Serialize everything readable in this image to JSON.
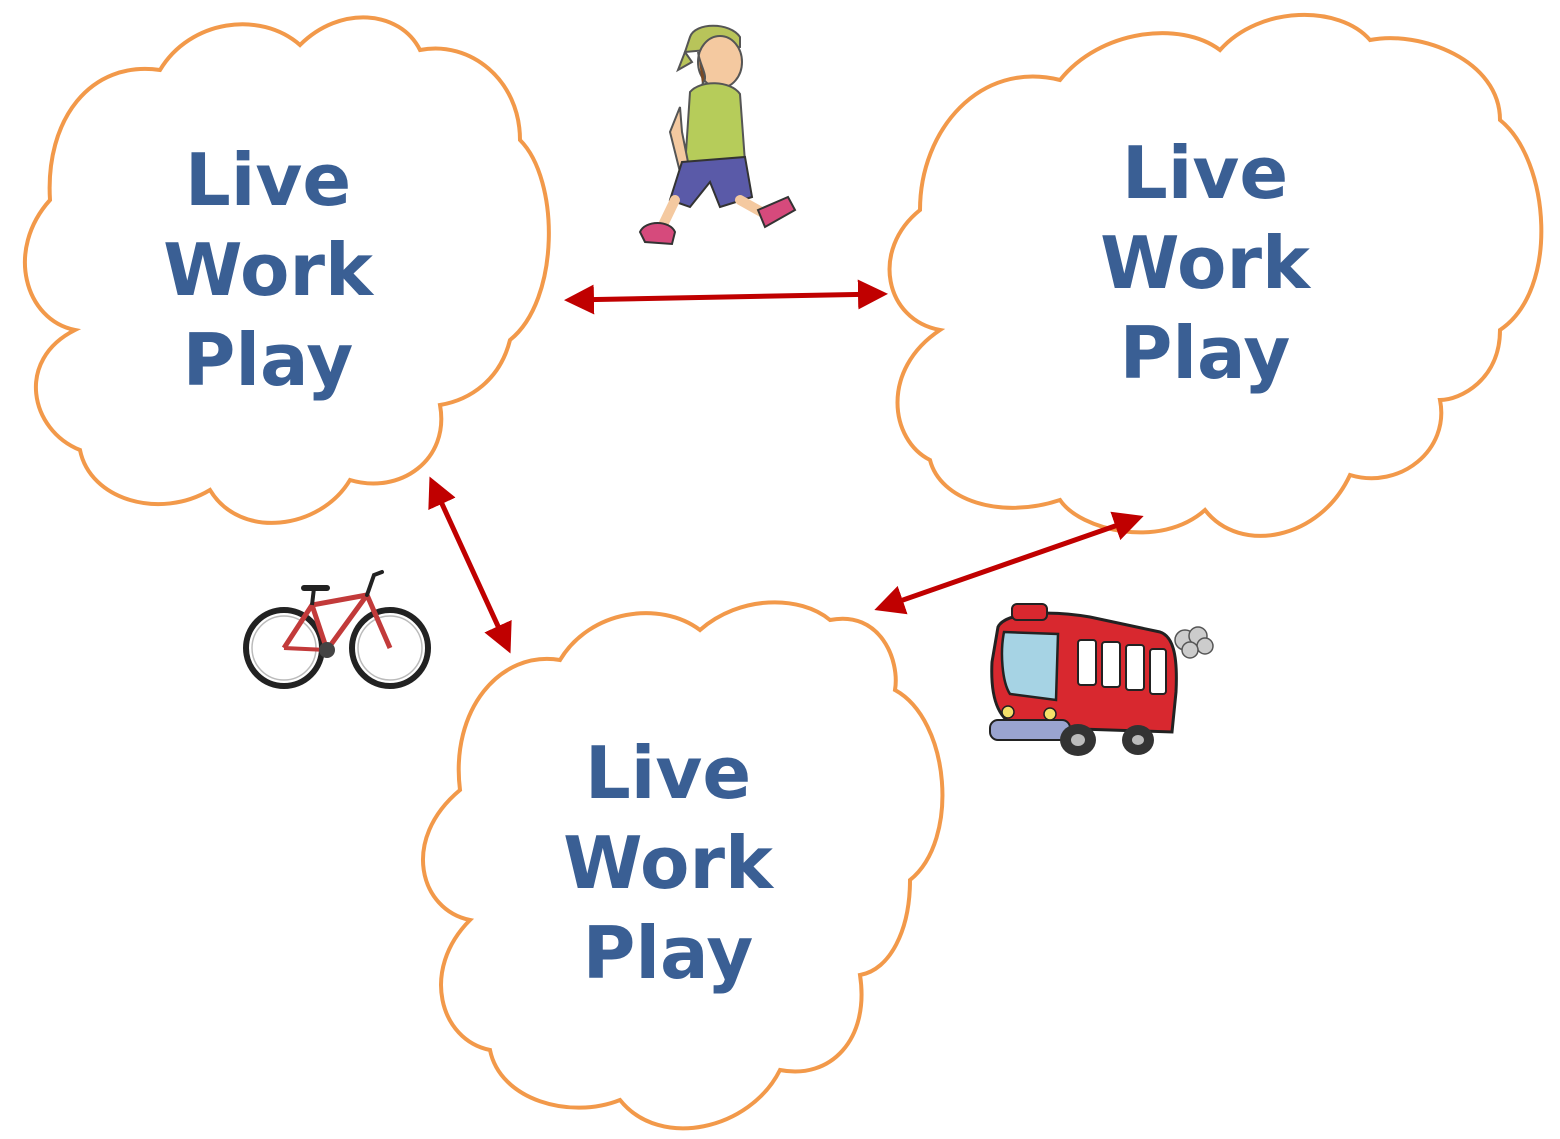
{
  "colors": {
    "cloud_stroke": "#f2994a",
    "text": "#3a5f94",
    "arrow": "#c00000"
  },
  "clouds": [
    {
      "name": "cloud-top-left",
      "lines": [
        "Live",
        "Work",
        "Play"
      ]
    },
    {
      "name": "cloud-top-right",
      "lines": [
        "Live",
        "Work",
        "Play"
      ]
    },
    {
      "name": "cloud-bottom",
      "lines": [
        "Live",
        "Work",
        "Play"
      ]
    }
  ],
  "connections": [
    {
      "name": "arrow-walk",
      "mode_icon": "walking-boy-icon"
    },
    {
      "name": "arrow-bike",
      "mode_icon": "bicycle-icon"
    },
    {
      "name": "arrow-bus",
      "mode_icon": "bus-icon"
    }
  ]
}
